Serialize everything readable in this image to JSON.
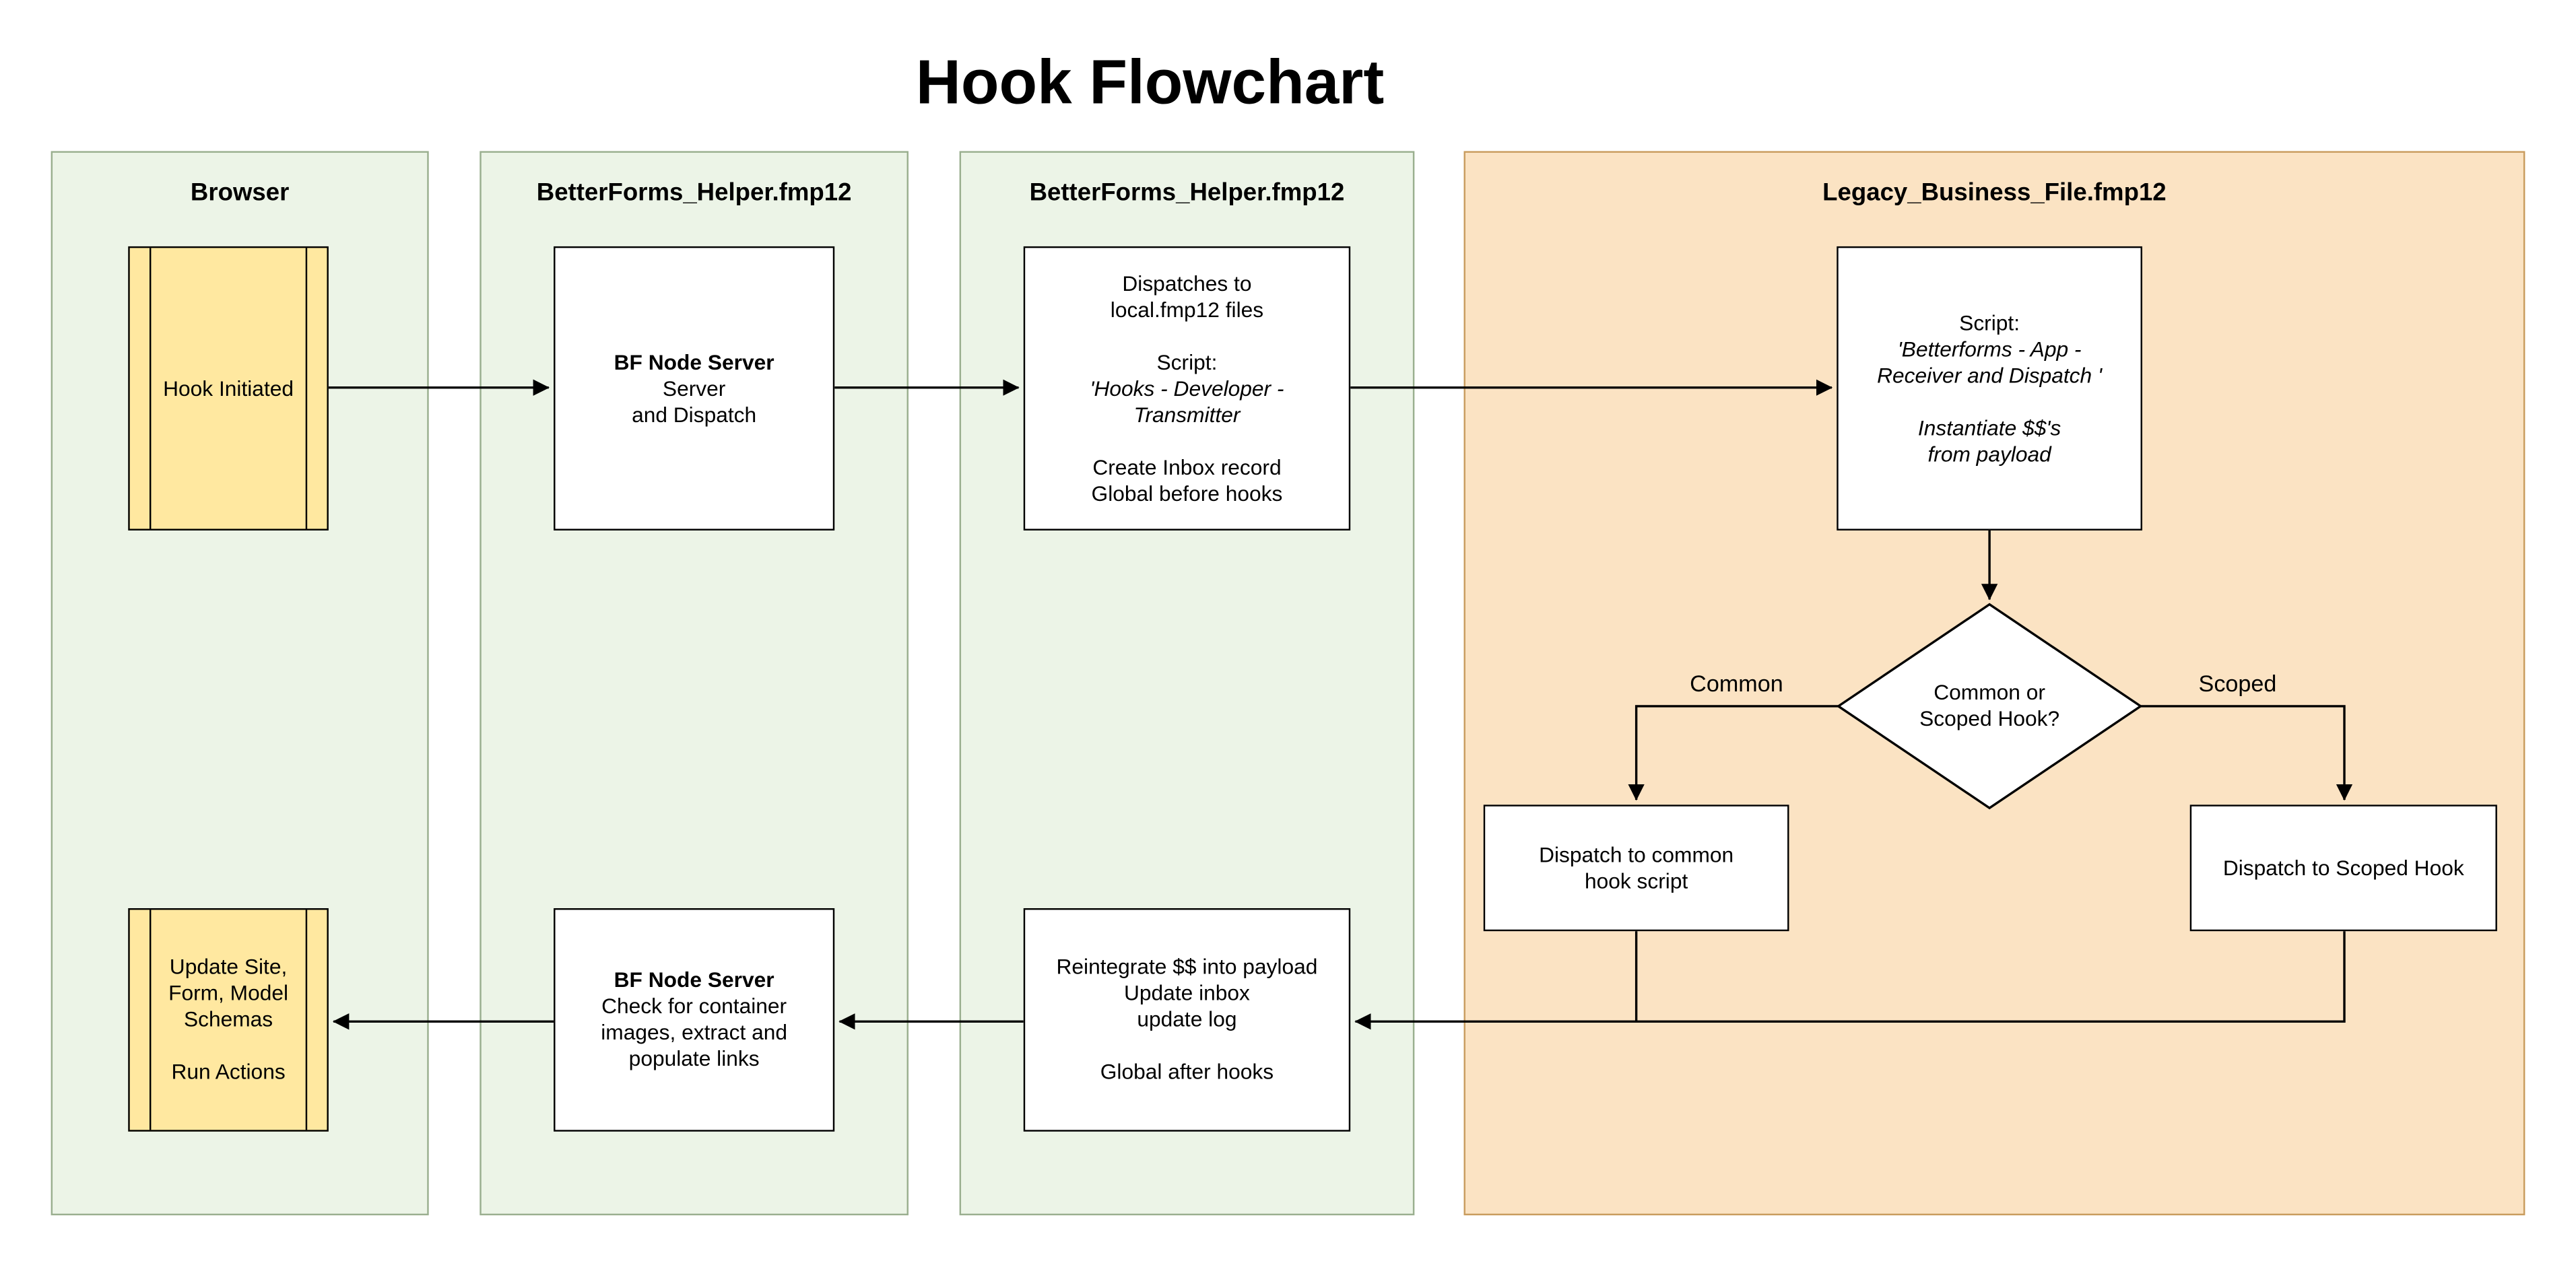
{
  "title": "Hook Flowchart",
  "colors": {
    "lane_green_fill": "#ecf4e7",
    "lane_green_border": "#9aaf8f",
    "lane_orange_fill": "#fbe3c3",
    "lane_orange_border": "#c99c5e",
    "node_yellow_fill": "#ffe8a0",
    "node_white_fill": "#ffffff",
    "node_border": "#000000",
    "edge_color": "#000000"
  },
  "lanes": [
    {
      "label": "Browser"
    },
    {
      "label": "BetterForms_Helper.fmp12"
    },
    {
      "label": "BetterForms_Helper.fmp12"
    },
    {
      "label": "Legacy_Business_File.fmp12"
    }
  ],
  "nodes": {
    "hook_initiated": {
      "label": "Hook Initiated"
    },
    "bf_node_server_top": {
      "title": "BF Node Server",
      "line1": "Server",
      "line2": "and Dispatch"
    },
    "transmitter": {
      "line1": "Dispatches to",
      "line2": "local.fmp12 files",
      "line3": "Script:",
      "line4": "'Hooks - Developer -",
      "line5": "Transmitter",
      "line6": "Create Inbox record",
      "line7": "Global before hooks"
    },
    "receiver": {
      "line1": "Script:",
      "line2": "'Betterforms - App -",
      "line3": "Receiver and Dispatch '",
      "line4": "Instantiate $$'s",
      "line5": "from payload"
    },
    "decision": {
      "line1": "Common or",
      "line2": "Scoped Hook?"
    },
    "dispatch_common": {
      "line1": "Dispatch to common",
      "line2": "hook script"
    },
    "dispatch_scoped": {
      "label": "Dispatch to Scoped Hook"
    },
    "reintegrate": {
      "line1": "Reintegrate $$ into payload",
      "line2": "Update inbox",
      "line3": "update log",
      "line4": "Global after hooks"
    },
    "bf_node_server_bottom": {
      "title": "BF Node Server",
      "line1": "Check for container",
      "line2": "images, extract and",
      "line3": "populate links"
    },
    "update_site": {
      "line1": "Update Site,",
      "line2": "Form, Model",
      "line3": "Schemas",
      "line4": "Run Actions"
    }
  },
  "edge_labels": {
    "common": "Common",
    "scoped": "Scoped"
  }
}
